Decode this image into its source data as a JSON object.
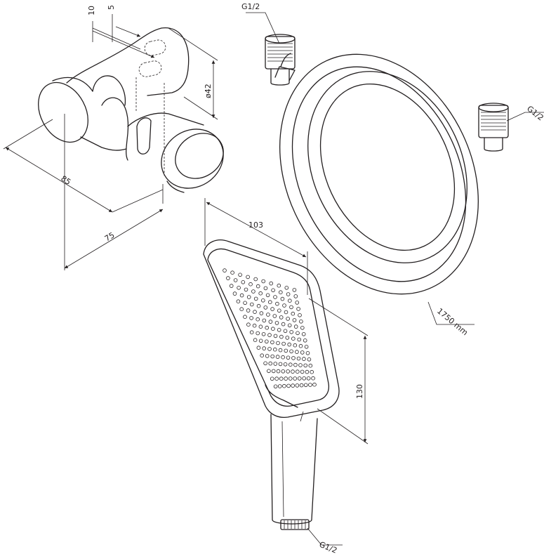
{
  "labels": {
    "dim_10": "10",
    "dim_5": "5",
    "dim_diameter": "ø42",
    "dim_85": "85",
    "dim_75": "75",
    "dim_103": "103",
    "dim_130": "130",
    "hose_length": "1750 mm",
    "thread_hose_top": "G1/2",
    "thread_hose_right": "G1/2",
    "thread_handle": "G1/2"
  }
}
